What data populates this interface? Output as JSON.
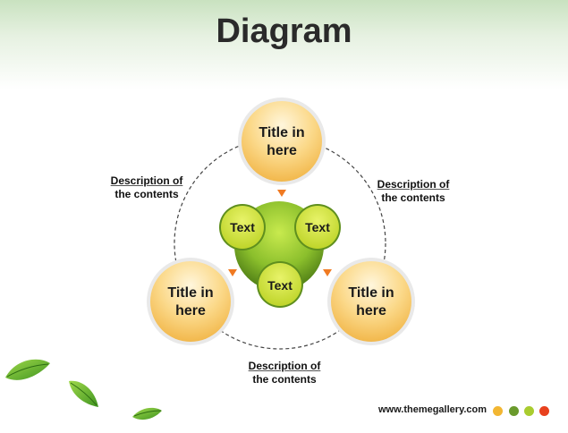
{
  "title": "Diagram",
  "nodes": {
    "top": [
      "Title in",
      "here"
    ],
    "left": [
      "Title in",
      "here"
    ],
    "right": [
      "Title in",
      "here"
    ]
  },
  "center": {
    "items": [
      "Text",
      "Text",
      "Text"
    ]
  },
  "descriptions": {
    "left": [
      "Description of",
      "the contents"
    ],
    "right": [
      "Description of",
      "the contents"
    ],
    "bottom": [
      "Description of",
      "the contents"
    ]
  },
  "footer": {
    "url": "www.themegallery.com",
    "dots": [
      "#f2b632",
      "#6a9a2c",
      "#a9cc2f",
      "#e8411e"
    ]
  },
  "colors": {
    "node_fill": "#f7c45a",
    "center_fill": "#8cc23a",
    "text_circle_fill": "#cfe03a",
    "arrow": "#f07a22"
  }
}
